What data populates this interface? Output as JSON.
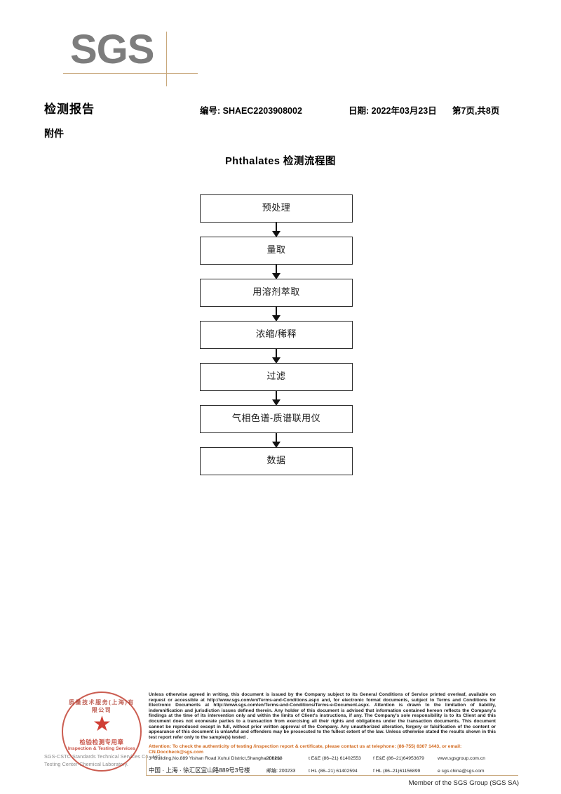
{
  "logo": {
    "text": "SGS",
    "accent_color": "#c8a87c",
    "logo_color": "#7d7d7d"
  },
  "header": {
    "report_title": "检测报告",
    "attachment_label": "附件",
    "report_no": "编号: SHAEC2203908002",
    "date": "日期: 2022年03月23日",
    "page": "第7页,共8页"
  },
  "flowchart": {
    "title": "Phthalates 检测流程图",
    "steps": [
      {
        "label": "预处理"
      },
      {
        "label": "量取"
      },
      {
        "label": "用溶剂萃取"
      },
      {
        "label": "浓缩/稀释"
      },
      {
        "label": "过滤"
      },
      {
        "label": "气相色谱-质谱联用仪"
      },
      {
        "label": "数据"
      }
    ]
  },
  "stamp": {
    "arc_top": "质量技术服务(上海)有限公司",
    "star": "★",
    "cn_text": "检验检测专用章",
    "en_text": "Inspection & Testing Services",
    "color": "#c0392b"
  },
  "footer": {
    "company_gray": "SGS-CSTC Standards Technical Services Co., Ltd. Testing Center-Chemical Laboratory.",
    "disclaimer": "Unless otherwise agreed in writing, this document is issued by the Company subject to its General Conditions of Service printed overleaf, available on request or accessible at http://www.sgs.com/en/Terms-and-Conditions.aspx and, for electronic format documents, subject to Terms and Conditions for Electronic Documents at http://www.sgs.com/en/Terms-and-Conditions/Terms-e-Document.aspx. Attention is drawn to the limitation of liability, indemnification and jurisdiction issues defined therein. Any holder of this document is advised that information contained hereon reflects the Company's findings at the time of its intervention only and within the limits of Client's instructions, if any. The Company's sole responsibility is to its Client and this document does not exonerate parties to a transaction from exercising all their rights and obligations under the transaction documents. This document cannot be reproduced except in full, without prior written approval of the Company. Any unauthorized alteration, forgery or falsification of the content or appearance of this document is unlawful and offenders may be prosecuted to the fullest extent of the law. Unless otherwise stated the results shown in this test report refer only to the sample(s) tested .",
    "attention": "Attention: To check the authenticity of testing /inspection report & certificate, please contact us at telephone: (86-755) 8307 1443, or email: CN.Doccheck@sgs.com",
    "attention_color": "#d2691e",
    "address_rows": [
      {
        "street": "3ʳᵈBuilding,No.889 Yishan Road Xuhui District,Shanghai China",
        "zip": "200233",
        "tel": "t E&E (86–21) 61402553",
        "fax": "f E&E (86–21)64953679",
        "contact": "www.sgsgroup.com.cn"
      },
      {
        "street": "中国 · 上海 · 徐汇区宜山路889号3号楼",
        "zip": "邮编: 200233",
        "tel": "t HL (86–21) 61402594",
        "fax": "f HL (86–21)61156899",
        "contact": "e  sgs.china@sgs.com"
      }
    ],
    "member_line": "Member of the SGS Group (SGS SA)"
  }
}
